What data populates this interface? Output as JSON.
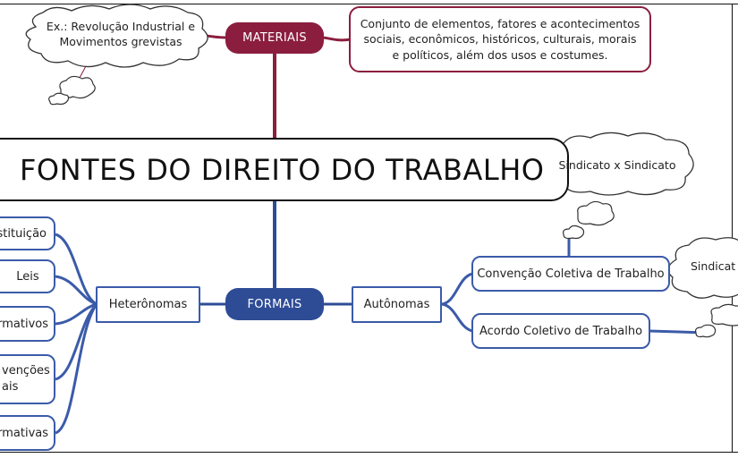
{
  "title": "FONTES DO DIREITO DO TRABALHO",
  "materiais": {
    "label": "MATERIAIS",
    "example_cloud": "Ex.: Revolução Industrial e Movimentos grevistas",
    "definition": "Conjunto de elementos, fatores e acontecimentos sociais, econômicos, históricos, culturais, morais e políticos, além dos usos e costumes."
  },
  "formais": {
    "label": "FORMAIS",
    "heteronomas": {
      "label": "Heterônomas",
      "items": [
        "stituição",
        "Leis",
        "rmativos",
        "venções\nais",
        "rmativas"
      ]
    },
    "autonomas": {
      "label": "Autônomas",
      "items": [
        "Convenção Coletiva de Trabalho",
        "Acordo Coletivo de Trabalho"
      ],
      "cloud_top": "Sindicato x Sindicato",
      "cloud_right": "Sindicat"
    }
  },
  "colors": {
    "materiais": "#8b1e3f",
    "formais": "#2e4c96",
    "blue_border": "#3b5ba9",
    "title_border": "#111111"
  }
}
